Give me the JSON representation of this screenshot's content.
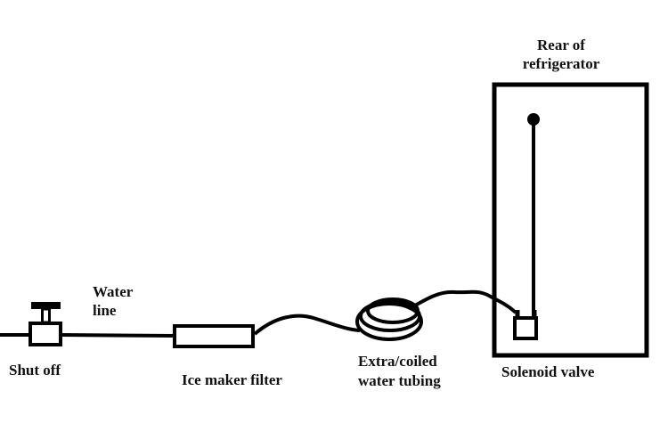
{
  "diagram": {
    "background_color": "#ffffff",
    "line_color": "#000000",
    "labels": {
      "rear_of_refrigerator": "Rear of refrigerator",
      "water_line": "Water line",
      "shut_off": "Shut off",
      "ice_maker_filter": "Ice maker filter",
      "extra_coiled_tubing": "Extra/coiled water tubing",
      "solenoid_valve": "Solenoid valve"
    }
  }
}
